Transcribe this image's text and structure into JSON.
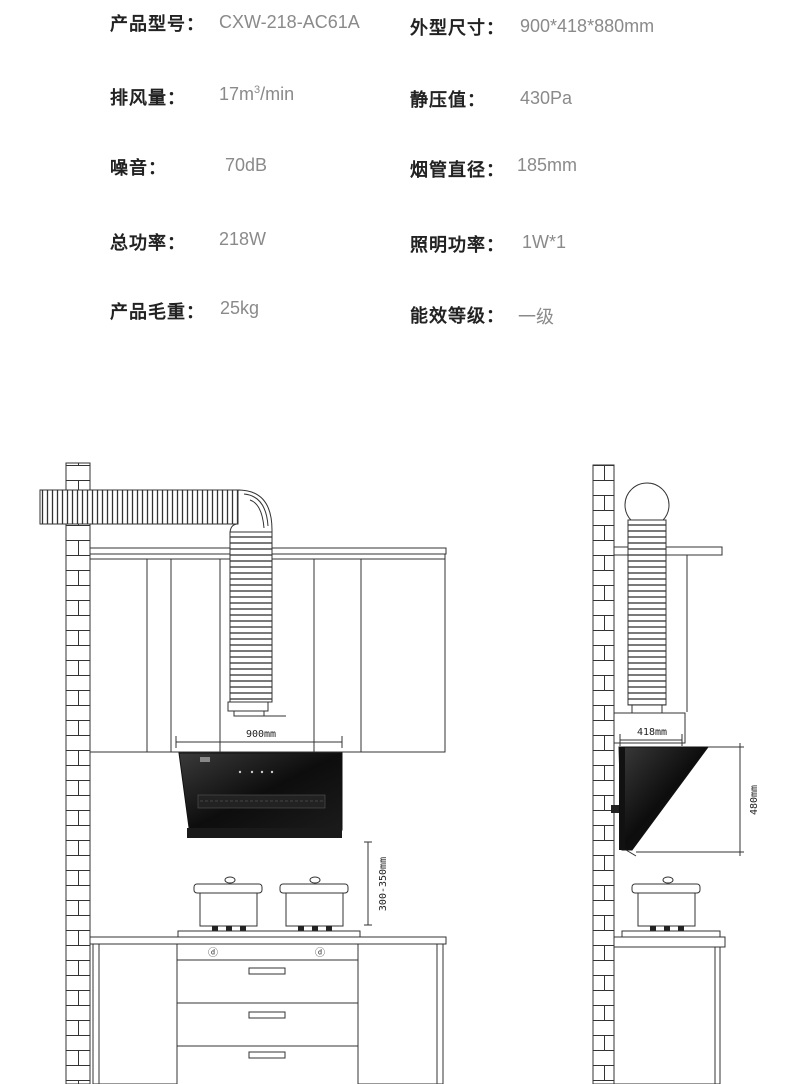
{
  "specs": {
    "model": {
      "label": "产品型号：",
      "value": "CXW-218-AC61A"
    },
    "size": {
      "label": "外型尺寸：",
      "value": "900*418*880mm"
    },
    "airflow": {
      "label": "排风量：",
      "value_main": "17m",
      "value_sup": "3",
      "value_tail": "/min"
    },
    "static_pressure": {
      "label": "静压值：",
      "value": "430Pa"
    },
    "noise": {
      "label": "噪音：",
      "value": "70dB"
    },
    "duct_diameter": {
      "label": "烟管直径：",
      "value": "185mm"
    },
    "power": {
      "label": "总功率：",
      "value": "218W"
    },
    "light_power": {
      "label": "照明功率：",
      "value": "1W*1"
    },
    "weight": {
      "label": "产品毛重：",
      "value": "25kg"
    },
    "efficiency": {
      "label": "能效等级：",
      "value": "一级"
    }
  },
  "diagram": {
    "width_dim": "900mm",
    "depth_dim": "418mm",
    "height_dim": "480mm",
    "install_height": "300-350mm"
  }
}
